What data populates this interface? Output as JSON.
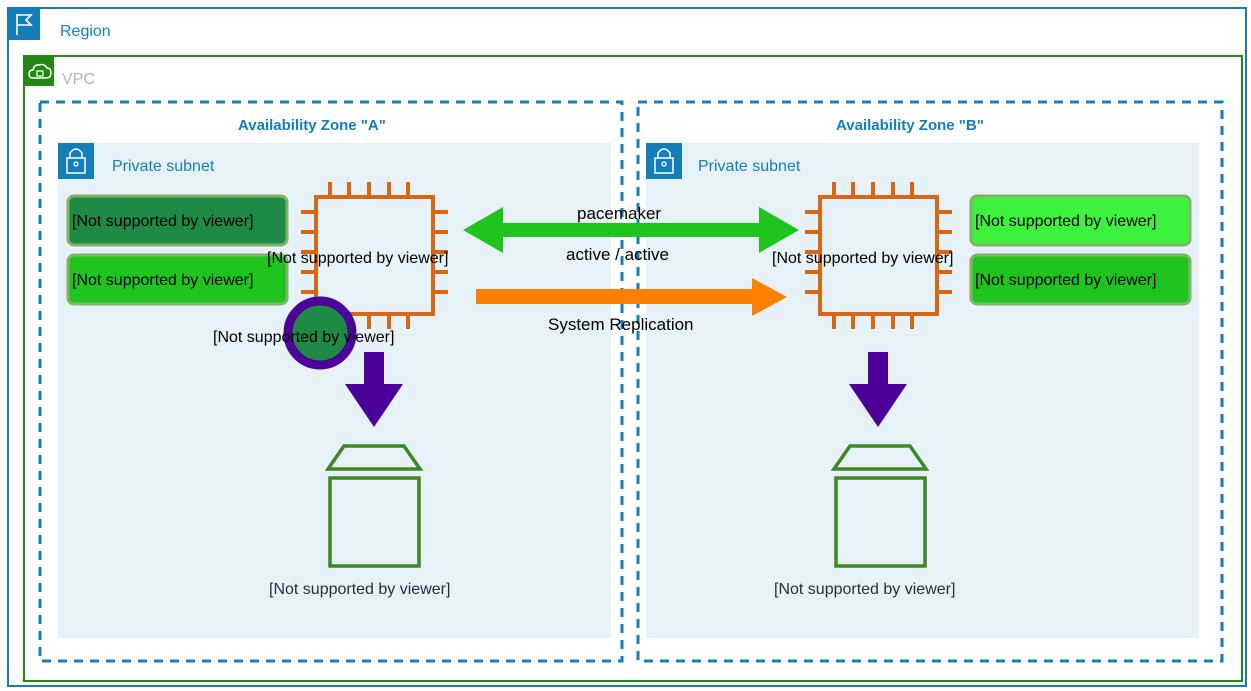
{
  "region": {
    "label": "Region",
    "icon": "flag-icon",
    "color": "#147EBA"
  },
  "vpc": {
    "label": "VPC",
    "icon": "cloud-lock-icon",
    "color": "#248814"
  },
  "zones": [
    {
      "title": "Availability Zone \"A\"",
      "subnet_label": "Private subnet",
      "subnet_icon": "lock-icon",
      "instance_label": "[Not supported by viewer]",
      "badges": [
        "[Not supported by viewer]",
        "[Not supported by viewer]"
      ],
      "badge_colors": [
        "#1F8A45",
        "#1FC41F"
      ],
      "marker_label": "[Not supported by viewer]",
      "storage_label": "[Not supported by viewer]"
    },
    {
      "title": "Availability Zone \"B\"",
      "subnet_label": "Private subnet",
      "subnet_icon": "lock-icon",
      "instance_label": "[Not supported by viewer]",
      "badges": [
        "[Not supported by viewer]",
        "[Not supported by viewer]"
      ],
      "badge_colors": [
        "#3DF23D",
        "#1FC41F"
      ],
      "storage_label": "[Not supported by viewer]"
    }
  ],
  "links": {
    "pacemaker": "pacemaker",
    "active": "active / active",
    "replication": "System Replication"
  },
  "colors": {
    "instance": "#D86613",
    "storage": "#3F8624",
    "subnet_bg": "#E6F2F8",
    "pacemaker_arrow": "#1FC41F",
    "replication_arrow": "#FF8000",
    "down_arrow": "#4C0099",
    "marker": "#1F8A45"
  }
}
